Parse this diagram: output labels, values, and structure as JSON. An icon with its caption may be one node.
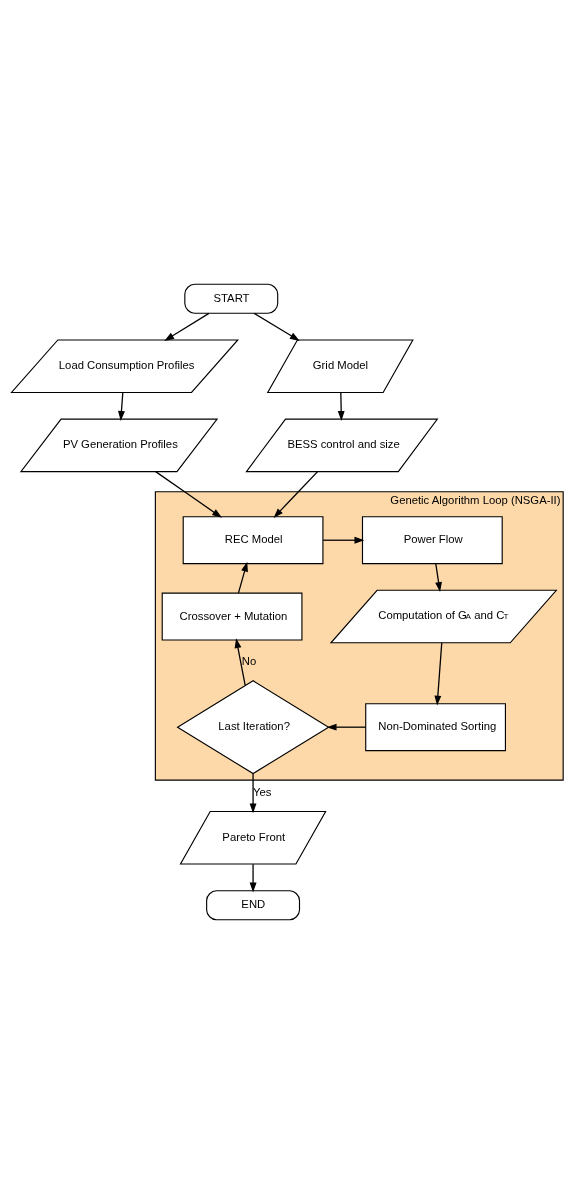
{
  "diagram": {
    "nodes": [
      {
        "text": [
          "START"
        ]
      },
      {
        "text": [
          "Load Consumption Profiles"
        ]
      },
      {
        "text": [
          "Grid Model"
        ]
      },
      {
        "text": [
          "PV Generation Profiles"
        ]
      },
      {
        "text": [
          "BESS control and size"
        ]
      },
      {
        "text": [
          "Genetic Algorithm Loop (NSGA-II)"
        ]
      },
      {
        "text": [
          "REC Model"
        ],
        "in": 5
      },
      {
        "text": [
          "Power Flow"
        ],
        "in": 5
      },
      {
        "text": [
          "Crossover + Mutation"
        ],
        "in": 5
      },
      {
        "text": [
          "Computation of G$_{A}$ and C$_{T}$"
        ],
        "in": 5
      },
      {
        "text": [
          "Last Iteration?"
        ],
        "in": 5
      },
      {
        "text": [
          "Non-Dominated Sorting"
        ],
        "in": 5
      },
      {
        "text": [
          "Pareto Front"
        ]
      },
      {
        "text": [
          "END"
        ]
      }
    ],
    "edges": [
      {
        "from": 0,
        "to": 1,
        "arrow": "to"
      },
      {
        "from": 0,
        "to": 2,
        "arrow": "to"
      },
      {
        "from": 1,
        "to": 3,
        "arrow": "to"
      },
      {
        "from": 2,
        "to": 4,
        "arrow": "to"
      },
      {
        "from": 3,
        "to": 6,
        "arrow": "to"
      },
      {
        "from": 4,
        "to": 6,
        "arrow": "to"
      },
      {
        "from": 6,
        "to": 7,
        "arrow": "to"
      },
      {
        "from": 7,
        "to": 9,
        "arrow": "to"
      },
      {
        "from": 9,
        "to": 11,
        "arrow": "to"
      },
      {
        "from": 11,
        "to": 10,
        "arrow": "to"
      },
      {
        "from": 10,
        "to": 8,
        "label": "No",
        "arrow": "to"
      },
      {
        "from": 8,
        "to": 6,
        "arrow": "to"
      },
      {
        "from": 10,
        "to": 12,
        "label": "Yes",
        "arrow": "to"
      },
      {
        "from": 12,
        "to": 13,
        "arrow": "to"
      }
    ]
  }
}
